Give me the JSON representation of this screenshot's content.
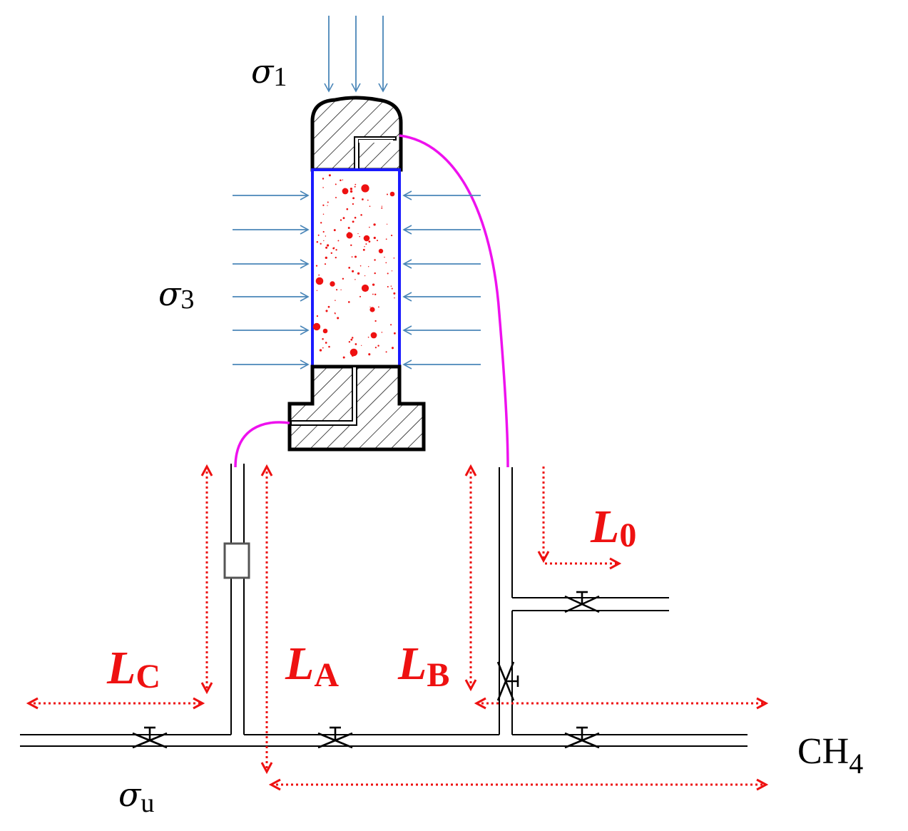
{
  "colors": {
    "pressure_arrow": "#4a86b8",
    "sample_border": "#1a1aff",
    "particles": "#ee1111",
    "dimension": "#ee1111",
    "hose": "#ee11ee",
    "pipe": "#000000"
  },
  "labels": {
    "sigma1": {
      "sym": "σ",
      "sub": "1"
    },
    "sigma3": {
      "sym": "σ",
      "sub": "3"
    },
    "sigmau": {
      "sym": "σ",
      "sub": "u"
    },
    "ch4": {
      "main": "CH",
      "sub": "4"
    },
    "L0": {
      "main": "L",
      "sub": "0"
    },
    "LA": {
      "main": "L",
      "sub": "A"
    },
    "LB": {
      "main": "L",
      "sub": "B"
    },
    "LC": {
      "main": "L",
      "sub": "C"
    }
  }
}
